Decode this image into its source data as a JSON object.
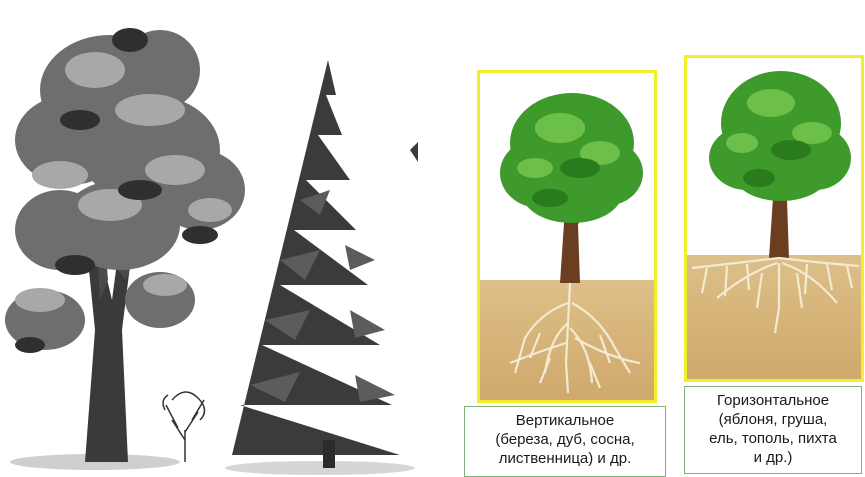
{
  "captions": {
    "vertical": {
      "line1": "Вертикальное",
      "line2": "(береза, дуб, сосна,",
      "line3": "лиственница) и др."
    },
    "horizontal": {
      "line1": "Горизонтальное",
      "line2": "(яблоня, груша,",
      "line3": "ель, тополь, пихта",
      "line4": "и др.)"
    }
  },
  "colors": {
    "panel_border": "#f2ee2a",
    "caption_border": "#7fb07f",
    "foliage": "#3f9a2c",
    "soil": "#d7b57a",
    "roots": "#f3ead2"
  }
}
